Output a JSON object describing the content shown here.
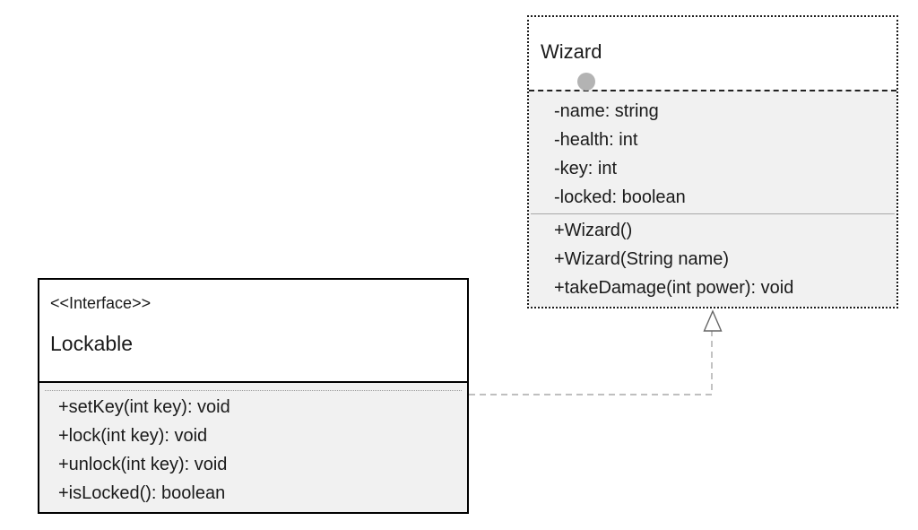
{
  "diagram": {
    "kind": "uml-class-diagram",
    "colors": {
      "background": "#ffffff",
      "title_compartment_bg": "#ffffff",
      "member_compartment_bg": "#f1f1f1",
      "solid_border": "#000000",
      "dotted_border": "#1c1c1c",
      "thin_divider": "#a8a8a8",
      "connector_line": "#999999",
      "arrowhead_stroke": "#666666",
      "arrowhead_fill": "#ffffff",
      "connection_point_fill": "#b3b3b3",
      "text": "#1a1a1a"
    },
    "classes": [
      {
        "name": "Wizard",
        "stereotype": "",
        "border_style": "dotted",
        "attributes": [
          "-name: string",
          "-health: int",
          "-key: int",
          "-locked: boolean"
        ],
        "methods": [
          "+Wizard()",
          "+Wizard(String name)",
          "+takeDamage(int power): void"
        ],
        "icons": [
          {
            "name": "connection-point-circle",
            "shape": "filled-gray-circle"
          }
        ]
      },
      {
        "name": "Lockable",
        "stereotype": "<<Interface>>",
        "border_style": "solid",
        "attributes": [],
        "methods": [
          "+setKey(int key): void",
          "+lock(int key): void",
          "+unlock(int key): void",
          "+isLocked(): boolean"
        ]
      }
    ],
    "relationships": [
      {
        "type": "realization",
        "from": "Lockable",
        "to": "Wizard",
        "line_style": "dashed",
        "arrowhead": "hollow-triangle",
        "route": "right-then-up"
      }
    ]
  }
}
